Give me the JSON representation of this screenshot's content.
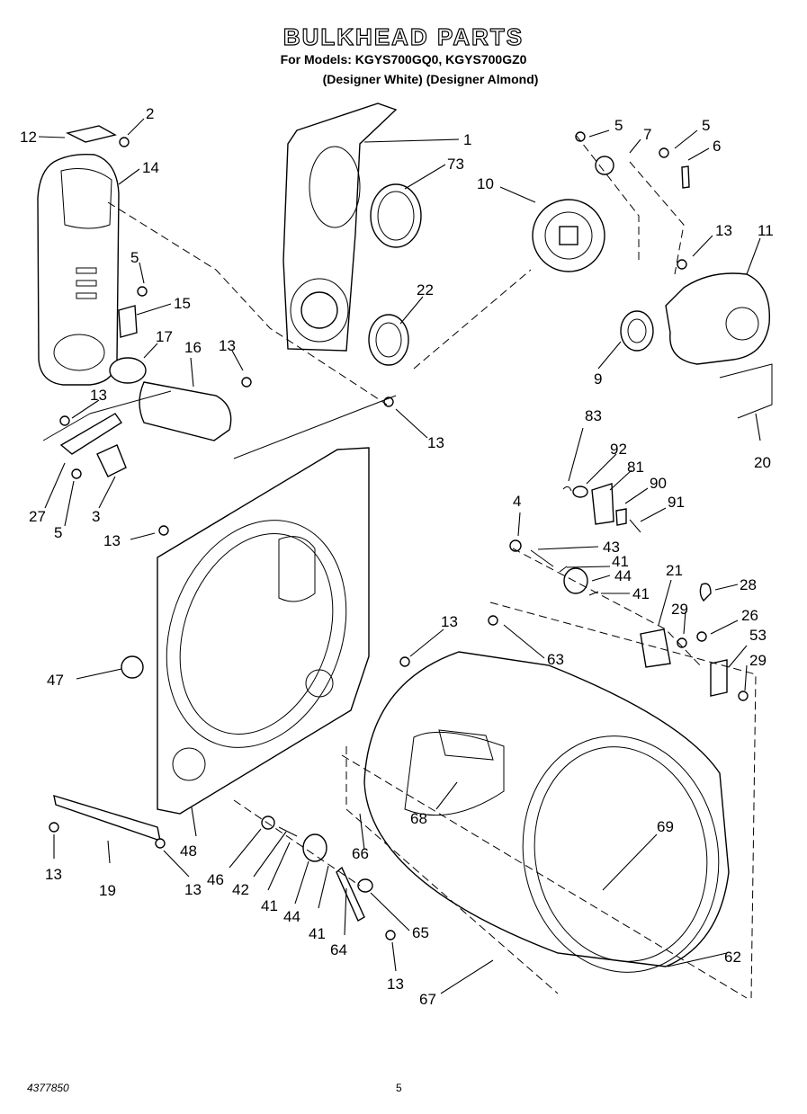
{
  "header": {
    "title": "BULKHEAD PARTS",
    "models": "For Models: KGYS700GQ0, KGYS700GZ0",
    "finish": "(Designer White)   (Designer Almond)"
  },
  "footer": {
    "doc_number": "4377850",
    "page_number": "5"
  },
  "parts": [
    {
      "id": "12",
      "label": "12"
    },
    {
      "id": "2",
      "label": "2"
    },
    {
      "id": "14",
      "label": "14"
    },
    {
      "id": "1",
      "label": "1"
    },
    {
      "id": "73",
      "label": "73"
    },
    {
      "id": "5a",
      "label": "5"
    },
    {
      "id": "7",
      "label": "7"
    },
    {
      "id": "5b",
      "label": "5"
    },
    {
      "id": "6",
      "label": "6"
    },
    {
      "id": "10",
      "label": "10"
    },
    {
      "id": "13a",
      "label": "13"
    },
    {
      "id": "11",
      "label": "11"
    },
    {
      "id": "5c",
      "label": "5"
    },
    {
      "id": "15",
      "label": "15"
    },
    {
      "id": "22",
      "label": "22"
    },
    {
      "id": "17",
      "label": "17"
    },
    {
      "id": "16",
      "label": "16"
    },
    {
      "id": "13b",
      "label": "13"
    },
    {
      "id": "9",
      "label": "9"
    },
    {
      "id": "20",
      "label": "20"
    },
    {
      "id": "13c",
      "label": "13"
    },
    {
      "id": "13d",
      "label": "13"
    },
    {
      "id": "27",
      "label": "27"
    },
    {
      "id": "3",
      "label": "3"
    },
    {
      "id": "5d",
      "label": "5"
    },
    {
      "id": "83",
      "label": "83"
    },
    {
      "id": "92",
      "label": "92"
    },
    {
      "id": "81",
      "label": "81"
    },
    {
      "id": "90",
      "label": "90"
    },
    {
      "id": "91",
      "label": "91"
    },
    {
      "id": "13e",
      "label": "13"
    },
    {
      "id": "4",
      "label": "4"
    },
    {
      "id": "43",
      "label": "43"
    },
    {
      "id": "41a",
      "label": "41"
    },
    {
      "id": "44a",
      "label": "44"
    },
    {
      "id": "41b",
      "label": "41"
    },
    {
      "id": "21",
      "label": "21"
    },
    {
      "id": "28",
      "label": "28"
    },
    {
      "id": "29a",
      "label": "29"
    },
    {
      "id": "26",
      "label": "26"
    },
    {
      "id": "53",
      "label": "53"
    },
    {
      "id": "29b",
      "label": "29"
    },
    {
      "id": "13f",
      "label": "13"
    },
    {
      "id": "63",
      "label": "63"
    },
    {
      "id": "47",
      "label": "47"
    },
    {
      "id": "68",
      "label": "68"
    },
    {
      "id": "69",
      "label": "69"
    },
    {
      "id": "66",
      "label": "66"
    },
    {
      "id": "62",
      "label": "62"
    },
    {
      "id": "48",
      "label": "48"
    },
    {
      "id": "46",
      "label": "46"
    },
    {
      "id": "42",
      "label": "42"
    },
    {
      "id": "41c",
      "label": "41"
    },
    {
      "id": "44b",
      "label": "44"
    },
    {
      "id": "41d",
      "label": "41"
    },
    {
      "id": "64",
      "label": "64"
    },
    {
      "id": "65",
      "label": "65"
    },
    {
      "id": "13g",
      "label": "13"
    },
    {
      "id": "19",
      "label": "19"
    },
    {
      "id": "13h",
      "label": "13"
    },
    {
      "id": "13i",
      "label": "13"
    },
    {
      "id": "67",
      "label": "67"
    }
  ]
}
